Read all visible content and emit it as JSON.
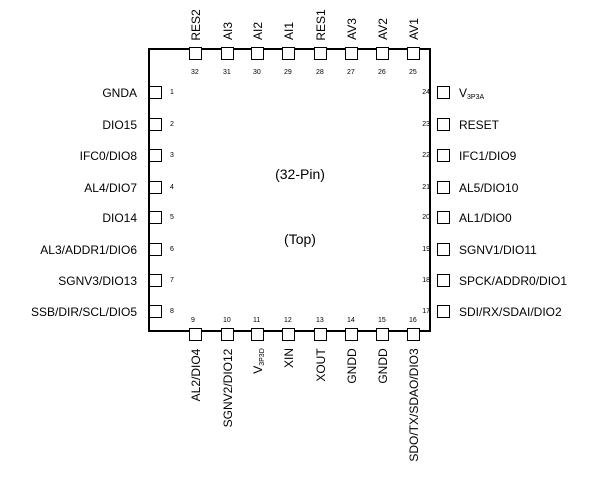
{
  "chip": {
    "center_line1": "(32-Pin)",
    "center_line2": "(Top)"
  },
  "pins": {
    "left": [
      {
        "num": "1",
        "label": "GNDA"
      },
      {
        "num": "2",
        "label": "DIO15"
      },
      {
        "num": "3",
        "label": "IFC0/DIO8"
      },
      {
        "num": "4",
        "label": "AL4/DIO7"
      },
      {
        "num": "5",
        "label": "DIO14"
      },
      {
        "num": "6",
        "label": "AL3/ADDR1/DIO6"
      },
      {
        "num": "7",
        "label": "SGNV3/DIO13"
      },
      {
        "num": "8",
        "label": "SSB/DIR/SCL/DIO5"
      }
    ],
    "right": [
      {
        "num": "24",
        "label": "V",
        "sub": "3P3A"
      },
      {
        "num": "23",
        "label": "RESET"
      },
      {
        "num": "22",
        "label": "IFC1/DIO9"
      },
      {
        "num": "21",
        "label": "AL5/DIO10"
      },
      {
        "num": "20",
        "label": "AL1/DIO0"
      },
      {
        "num": "19",
        "label": "SGNV1/DIO11"
      },
      {
        "num": "18",
        "label": "SPCK/ADDR0/DIO1"
      },
      {
        "num": "17",
        "label": "SDI/RX/SDAI/DIO2"
      }
    ],
    "top": [
      {
        "num": "32",
        "label": "RES2"
      },
      {
        "num": "31",
        "label": "AI3"
      },
      {
        "num": "30",
        "label": "AI2"
      },
      {
        "num": "29",
        "label": "AI1"
      },
      {
        "num": "28",
        "label": "RES1"
      },
      {
        "num": "27",
        "label": "AV3"
      },
      {
        "num": "26",
        "label": "AV2"
      },
      {
        "num": "25",
        "label": "AV1"
      }
    ],
    "bottom": [
      {
        "num": "9",
        "label": "AL2/DIO4"
      },
      {
        "num": "10",
        "label": "SGNV2/DIO12"
      },
      {
        "num": "11",
        "label": "V",
        "sub": "3P3D"
      },
      {
        "num": "12",
        "label": "XIN"
      },
      {
        "num": "13",
        "label": "XOUT"
      },
      {
        "num": "14",
        "label": "GNDD"
      },
      {
        "num": "15",
        "label": "GNDD"
      },
      {
        "num": "16",
        "label": "SDO/TX/SDAO/DIO3"
      }
    ]
  }
}
